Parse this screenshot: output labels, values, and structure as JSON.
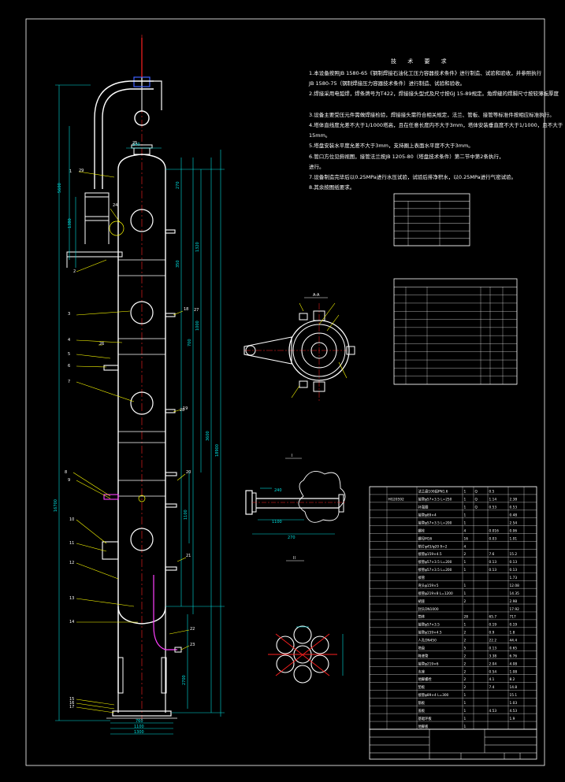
{
  "notes": {
    "title": "技 术 要 求",
    "lines": [
      "1.本设备按照JB 1580-65《钢制焊接石油化工压力容器技术条件》进行制造、试验和验收，并参照执行",
      "JB 1580-75（钢制焊接压力容器技术条件）进行制造、试验和验收。",
      "2.焊接采用电弧焊，焊条牌号为T422，焊接接头型式及尺寸按GJ 15-89规定。角焊缝的焊脚尺寸按较薄板厚度",
      "",
      "3.设备主要受压元件需做焊接检验，焊接接头需符合相关规定，法兰、管板、接管等标准件按相应标准执行。",
      "4.塔体直线度允差不大于1/1000塔高，且在任意长度内不大于3mm，塔体安装垂直度不大于1/1000，且不大于",
      "15mm。",
      "5.塔盘安装水平度允差不大于3mm，支持圈上表面水平度不大于3mm。",
      "6.管口方位见俯视图，接管法兰按JB 1205-80（塔盘技术条件）第二节中第2条执行，",
      "进行。",
      "7.设备制造完毕后以0.25MPa进行水压试验，试验后排净积水，以0.25MPa进行气密试验。",
      "8.其余按图纸要求。"
    ]
  },
  "design_table": {
    "rows": [
      [
        "",
        "",
        ""
      ],
      [
        "",
        "",
        ""
      ],
      [
        "",
        "",
        ""
      ],
      [
        "",
        "",
        ""
      ],
      [
        "",
        "",
        ""
      ],
      [
        "",
        "",
        ""
      ]
    ]
  },
  "nozzle_table": {
    "header": [
      "",
      "",
      "",
      ""
    ],
    "rows": [
      [
        "",
        "",
        "",
        ""
      ],
      [
        "",
        "",
        "",
        ""
      ],
      [
        "",
        "",
        "",
        ""
      ],
      [
        "",
        "",
        "",
        ""
      ],
      [
        "",
        "",
        "",
        ""
      ],
      [
        "",
        "",
        "",
        ""
      ],
      [
        "",
        "",
        "",
        ""
      ],
      [
        "",
        "",
        "",
        ""
      ],
      [
        "",
        "",
        "",
        ""
      ],
      [
        "",
        "",
        "",
        ""
      ],
      [
        "",
        "",
        "",
        ""
      ],
      [
        "",
        "",
        "",
        ""
      ]
    ]
  },
  "parts_list": {
    "rows": [
      [
        "",
        "",
        "法兰盘100组PN1.6",
        "1",
        "Q",
        "0.5",
        ""
      ],
      [
        "",
        "HG20592",
        "接管φ57×3.5 L=250",
        "1",
        "Q",
        "1.14",
        "2.38"
      ],
      [
        "",
        "",
        "补强圈",
        "1",
        "Q",
        "0.53",
        "0.53"
      ],
      [
        "",
        "",
        "接管φ89×4",
        "1",
        "",
        "",
        "0.48"
      ],
      [
        "",
        "",
        "接管φ57×3.5 L=200",
        "1",
        "",
        "",
        "2.54"
      ],
      [
        "",
        "",
        "螺栓",
        "4",
        "",
        "0.016",
        "0.06"
      ],
      [
        "",
        "",
        "螺母M16",
        "16",
        "",
        "0.03",
        "1.01"
      ],
      [
        "",
        "",
        "垫片φ45/φ20 δ=2",
        "4",
        "",
        "",
        ""
      ],
      [
        "",
        "",
        "接管φ159×4.5",
        "2",
        "",
        "7.6",
        "15.2"
      ],
      [
        "",
        "",
        "接管φ57×3.5 L=200",
        "1",
        "",
        "0.13",
        "0.13"
      ],
      [
        "",
        "",
        "接管φ57×3.5 L=200",
        "1",
        "",
        "0.13",
        "0.13"
      ],
      [
        "",
        "",
        "接管",
        "",
        "",
        "",
        "1.73"
      ],
      [
        "",
        "",
        "弯头φ159×5",
        "1",
        "",
        "",
        "12.08"
      ],
      [
        "",
        "",
        "接管φ219×8 L=1200",
        "1",
        "",
        "",
        "14.35"
      ],
      [
        "",
        "",
        "裙座",
        "2",
        "",
        "",
        "2.98"
      ],
      [
        "",
        "",
        "封头DN1000",
        "",
        "",
        "",
        "17.92"
      ],
      [
        "",
        "",
        "筒体",
        "28",
        "",
        "65.7",
        "717"
      ],
      [
        "",
        "",
        "接管φ57×3.5",
        "1",
        "",
        "0.19",
        "0.19"
      ],
      [
        "",
        "",
        "接管φ159×4.5",
        "2",
        "",
        "0.9",
        "1.8"
      ],
      [
        "",
        "",
        "人孔DN450",
        "2",
        "",
        "22.2",
        "44.4"
      ],
      [
        "",
        "",
        "塔盘",
        "5",
        "",
        "0.13",
        "0.65"
      ],
      [
        "",
        "",
        "降液管",
        "2",
        "",
        "3.38",
        "6.76"
      ],
      [
        "",
        "",
        "接管φ219×6",
        "2",
        "",
        "2.04",
        "4.08"
      ],
      [
        "",
        "",
        "支座",
        "2",
        "",
        "0.54",
        "1.08"
      ],
      [
        "",
        "",
        "地脚螺栓",
        "2",
        "",
        "4.1",
        "8.2"
      ],
      [
        "",
        "",
        "垫板",
        "2",
        "",
        "7.4",
        "14.8"
      ],
      [
        "",
        "",
        "接管φ89×4 L=300",
        "1",
        "",
        "",
        "15.1"
      ],
      [
        "",
        "",
        "筋板",
        "1",
        "",
        "",
        "1.03"
      ],
      [
        "",
        "",
        "盖板",
        "1",
        "",
        "4.53",
        "4.53"
      ],
      [
        "",
        "",
        "基础环板",
        "1",
        "",
        "",
        "1.9"
      ],
      [
        "",
        "",
        "地脚板",
        "1",
        "",
        "",
        ""
      ]
    ]
  },
  "views": {
    "section_aa": "A-A",
    "detail_i": "I",
    "detail_ii": "II",
    "detail_scale": ""
  },
  "dimensions": {
    "total_height": "18900",
    "d1": "5600",
    "d2": "1380",
    "d3": "240",
    "d4": "270",
    "d5": "350",
    "d6": "700",
    "d7": "1320",
    "d8": "1000",
    "d9": "3600",
    "d10": "16700",
    "d11": "1100",
    "d12": "2700",
    "base1": "760",
    "base2": "1100",
    "base3": "1300"
  },
  "part_labels": [
    "1",
    "2",
    "3",
    "4",
    "5",
    "6",
    "7",
    "8",
    "9",
    "10",
    "11",
    "12",
    "13",
    "14",
    "15",
    "16",
    "17",
    "18",
    "19",
    "20",
    "21",
    "22",
    "23",
    "24",
    "25",
    "26",
    "27",
    "28",
    "29"
  ],
  "title_block": {
    "drawing_name": "",
    "cells": [
      "",
      "",
      "",
      ""
    ]
  },
  "colors": {
    "background": "#000000",
    "lines": "#ffffff",
    "dims": "#00e0e0",
    "leaders": "#ffff00",
    "red": "#ff2020",
    "blue": "#4060ff",
    "magenta": "#ff40ff",
    "green": "#20ff20"
  }
}
